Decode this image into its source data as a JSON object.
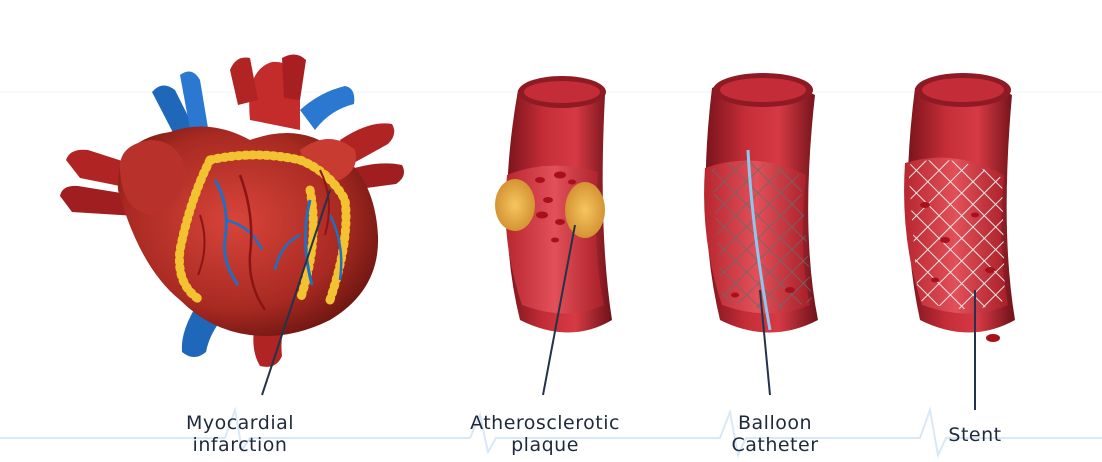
{
  "labels": {
    "myocardial_infarction": [
      "Myocardial",
      "infarction"
    ],
    "atherosclerotic_plaque": [
      "Atherosclerotic",
      "plaque"
    ],
    "balloon_catheter": [
      "Balloon",
      "Catheter"
    ],
    "stent": [
      "Stent"
    ]
  },
  "colors": {
    "vessel_outer": "#8e1b24",
    "vessel_inner": "#c8323c",
    "lumen": "#d9434c",
    "blood_cell": "#b3121d",
    "plaque": "#e0a33a",
    "fat_deposit": "#f2c230",
    "vein_blue": "#1f6fc2",
    "stent_wire": "#d8d8d8",
    "catheter": "#8fc7ef",
    "leader_line": "#24324a",
    "ecg_line": "#d6e6f5"
  },
  "icons": [
    "heart-illustration",
    "artery-plaque-illustration",
    "artery-balloon-catheter-illustration",
    "artery-stent-illustration"
  ]
}
